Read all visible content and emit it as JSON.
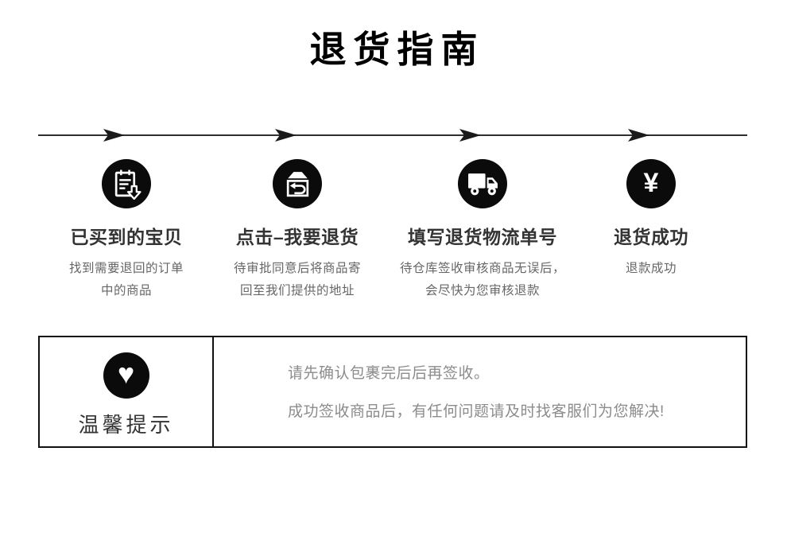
{
  "page": {
    "title": "退货指南"
  },
  "colors": {
    "icon_bg": "#0b0b0b",
    "title_text": "#000000",
    "step_title_text": "#333333",
    "step_desc_text": "#666666",
    "timeline_line": "#2f2f2f",
    "box_border": "#111111",
    "tips_text": "#8c8c8c"
  },
  "steps": [
    {
      "icon": "order-list-icon",
      "title": "已买到的宝贝",
      "desc_line1": "找到需要退回的订单",
      "desc_line2": "中的商品"
    },
    {
      "icon": "return-box-icon",
      "title": "点击–我要退货",
      "desc_line1": "待审批同意后将商品寄",
      "desc_line2": "回至我们提供的地址"
    },
    {
      "icon": "truck-icon",
      "title": "填写退货物流单号",
      "desc_line1": "待仓库签收审核商品无误后，",
      "desc_line2": "会尽快为您审核退款"
    },
    {
      "icon": "yuan-icon",
      "title": "退货成功",
      "desc_line1": "退款成功",
      "desc_line2": ""
    }
  ],
  "yuan_symbol": "¥",
  "heart_symbol": "♥",
  "tips": {
    "title": "温馨提示",
    "line1": "请先确认包裹完后后再签收。",
    "line2": "成功签收商品后，有任何问题请及时找客服们为您解决!"
  }
}
